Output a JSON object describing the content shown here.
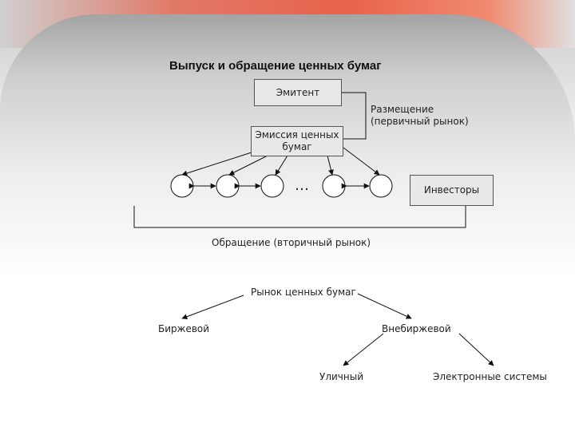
{
  "title": "Выпуск и обращение ценных бумаг",
  "issuer": "Эмитент",
  "placement": [
    "Размещение",
    "(первичный рынок)"
  ],
  "emission": [
    "Эмиссия ценных",
    "бумаг"
  ],
  "ellipsis": "…",
  "investors": "Инвесторы",
  "circulation": "Обращение (вторичный рынок)",
  "market": "Рынок ценных бумаг",
  "exchange": "Биржевой",
  "otc": "Внебиржевой",
  "street": "Уличный",
  "electronic": "Электронные системы"
}
